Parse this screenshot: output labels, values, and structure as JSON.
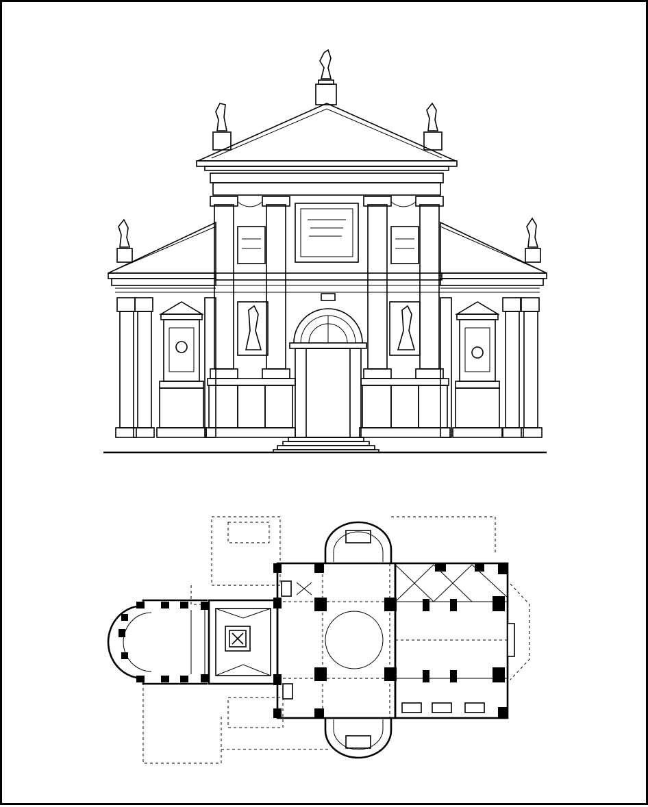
{
  "drawing": {
    "ink_color": "#000000",
    "paper_color": "#ffffff",
    "figures": [
      {
        "id": "elevation",
        "kind": "architectural-facade-elevation"
      },
      {
        "id": "plan",
        "kind": "architectural-floor-plan"
      }
    ]
  }
}
